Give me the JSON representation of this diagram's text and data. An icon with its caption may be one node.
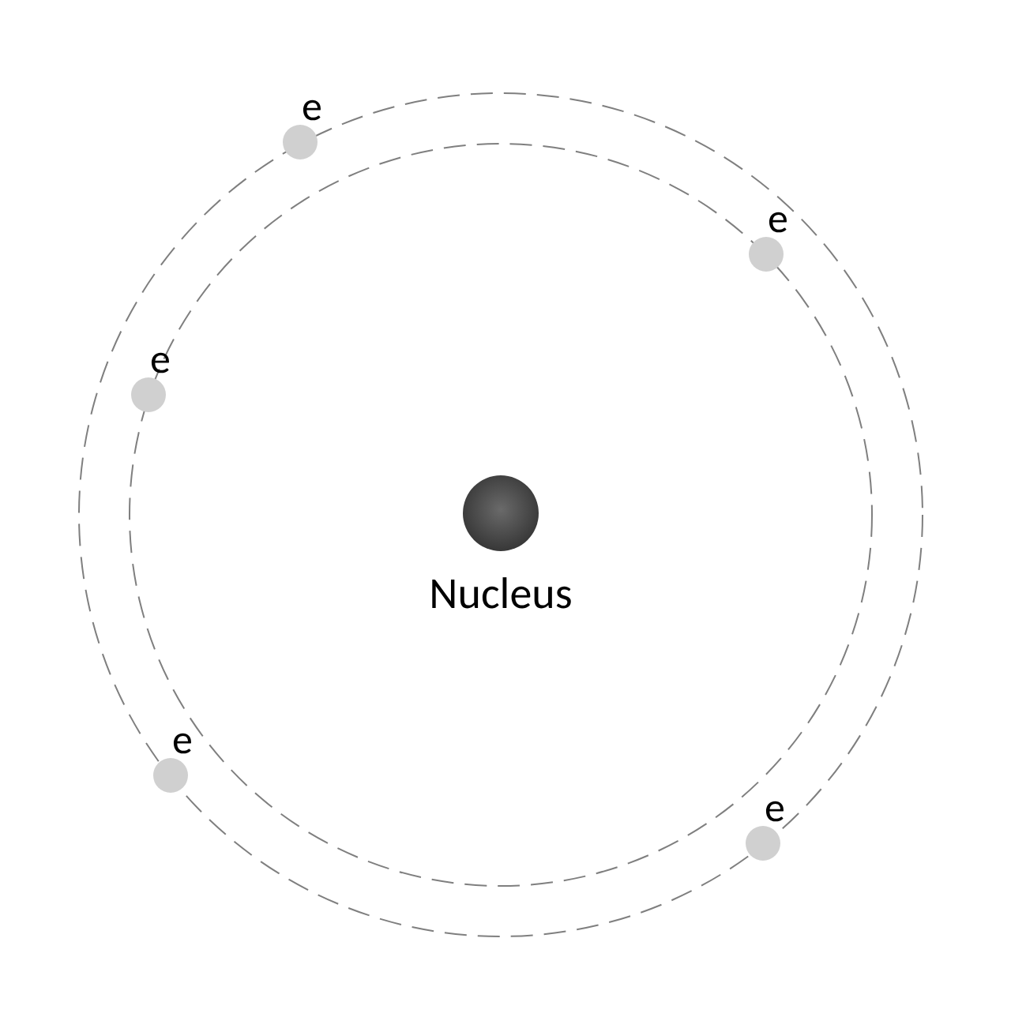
{
  "diagram": {
    "nodes": [
      {
        "text": [
          "e"
        ]
      },
      {
        "text": [
          "e"
        ]
      },
      {
        "text": [
          "e"
        ]
      },
      {
        "text": [
          "Nucleus"
        ]
      },
      {
        "text": [
          "e"
        ]
      },
      {
        "text": [
          "e"
        ]
      }
    ]
  }
}
